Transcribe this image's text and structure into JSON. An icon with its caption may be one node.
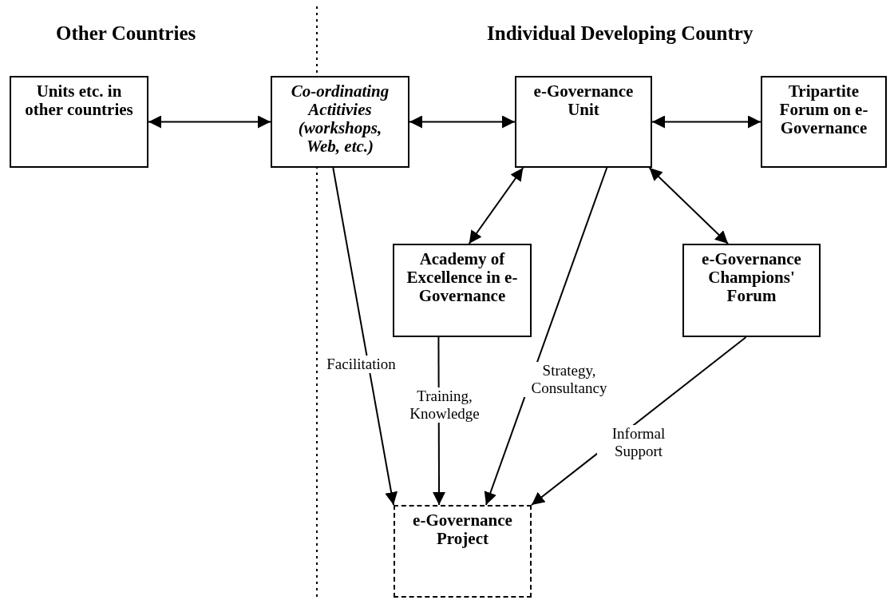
{
  "diagram": {
    "nodes": [
      {
        "text": [
          "Units etc. in other countries"
        ]
      },
      {
        "text": [
          "Co-ordinating Actitivies (workshops, Web, etc.)"
        ]
      },
      {
        "text": [
          "e-Governance Unit"
        ]
      },
      {
        "text": [
          "Tripartite Forum on e-Governance"
        ]
      },
      {
        "text": [
          "Academy of Excellence in e-Governance"
        ]
      },
      {
        "text": [
          "e-Governance Champions' Forum"
        ]
      },
      {
        "text": [
          "e-Governance Project"
        ]
      }
    ],
    "edges": [
      {
        "from": 0,
        "to": 1,
        "arrow": "both"
      },
      {
        "from": 1,
        "to": 2,
        "arrow": "both"
      },
      {
        "from": 2,
        "to": 3,
        "arrow": "both"
      },
      {
        "from": 2,
        "to": 4,
        "arrow": "both"
      },
      {
        "from": 2,
        "to": 5,
        "arrow": "both"
      },
      {
        "from": 1,
        "to": 6,
        "arrow": "to",
        "label": "Facilitation"
      },
      {
        "from": 4,
        "to": 6,
        "arrow": "to",
        "label": "Training, Knowledge"
      },
      {
        "from": 2,
        "to": 6,
        "arrow": "to",
        "label": "Strategy, Consultancy"
      },
      {
        "from": 5,
        "to": 6,
        "arrow": "to",
        "label": "Informal Support"
      }
    ],
    "labels": [
      "Other Countries",
      "Individual Developing Country"
    ]
  }
}
